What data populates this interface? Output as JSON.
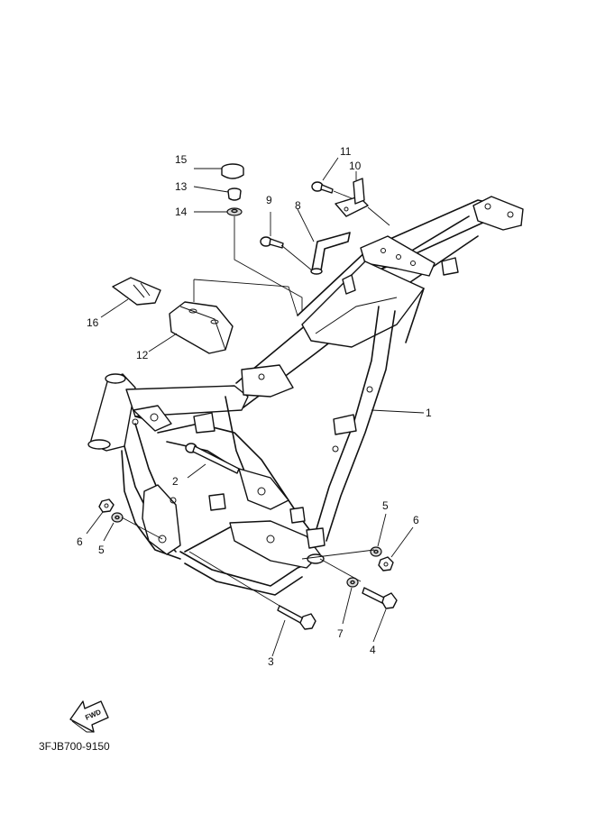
{
  "diagram_code": "3FJB700-9150",
  "fwd_label": "FWD",
  "callouts": {
    "c1": "1",
    "c2": "2",
    "c3": "3",
    "c4": "4",
    "c5a": "5",
    "c5b": "5",
    "c6a": "6",
    "c6b": "6",
    "c7": "7",
    "c8": "8",
    "c9": "9",
    "c10": "10",
    "c11": "11",
    "c12": "12",
    "c13": "13",
    "c14": "14",
    "c15": "15",
    "c16": "16"
  },
  "icons": {
    "fwd_arrow": "fwd-arrow-icon"
  }
}
